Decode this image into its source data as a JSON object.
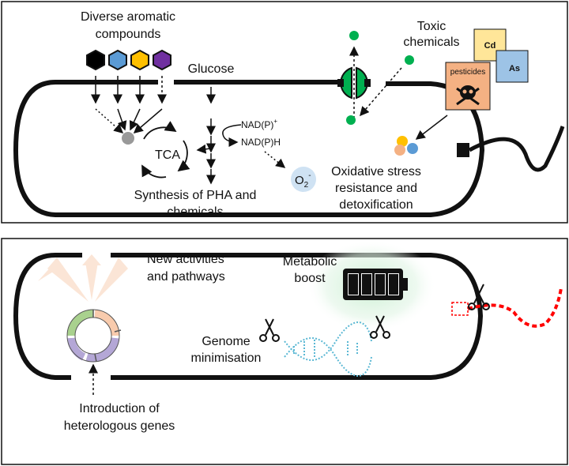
{
  "top_panel": {
    "aromatics_label_line1": "Diverse aromatic",
    "aromatics_label_line2": "compounds",
    "glucose_label": "Glucose",
    "tca_label": "TCA",
    "nadp_label": "NAD(P)",
    "nadp_sup": "+",
    "nadph_label": "NAD(P)H",
    "superoxide_label": "O",
    "superoxide_sub": "2",
    "superoxide_sup": "-",
    "toxic_label_line1": "Toxic",
    "toxic_label_line2": "chemicals",
    "cd_label": "Cd",
    "as_label": "As",
    "pesticides_label": "pesticides",
    "synthesis_line1": "Synthesis of PHA and",
    "synthesis_line2": "chemicals",
    "oxidative_line1": "Oxidative stress",
    "oxidative_line2": "resistance and",
    "oxidative_line3": "detoxification",
    "colors": {
      "hexagons": [
        "#000000",
        "#5b9bd5",
        "#ffc000",
        "#7030a0"
      ],
      "pump": "#00b050",
      "dot_green": "#00b050",
      "cd_box": "#ffe699",
      "as_box": "#9dc3e6",
      "pesticide_box": "#f4b183",
      "ros_dots": [
        "#ffc000",
        "#f4b183",
        "#5b9bd5"
      ]
    }
  },
  "bottom_panel": {
    "new_activities_line1": "New activities",
    "new_activities_line2": "and pathways",
    "metabolic_line1": "Metabolic",
    "metabolic_line2": "boost",
    "genome_line1": "Genome",
    "genome_line2": "minimisation",
    "introduction_line1": "Introduction of",
    "introduction_line2": "heterologous genes",
    "colors": {
      "plasmid_segments": [
        "#a9d18e",
        "#f8cbad",
        "#b4a7d6",
        "#c5e0b4"
      ],
      "rays": "#fbe5d6",
      "dna": "#5bb8d4",
      "flagellum": "#ff0000",
      "battery_glow": "#c6efce"
    }
  }
}
